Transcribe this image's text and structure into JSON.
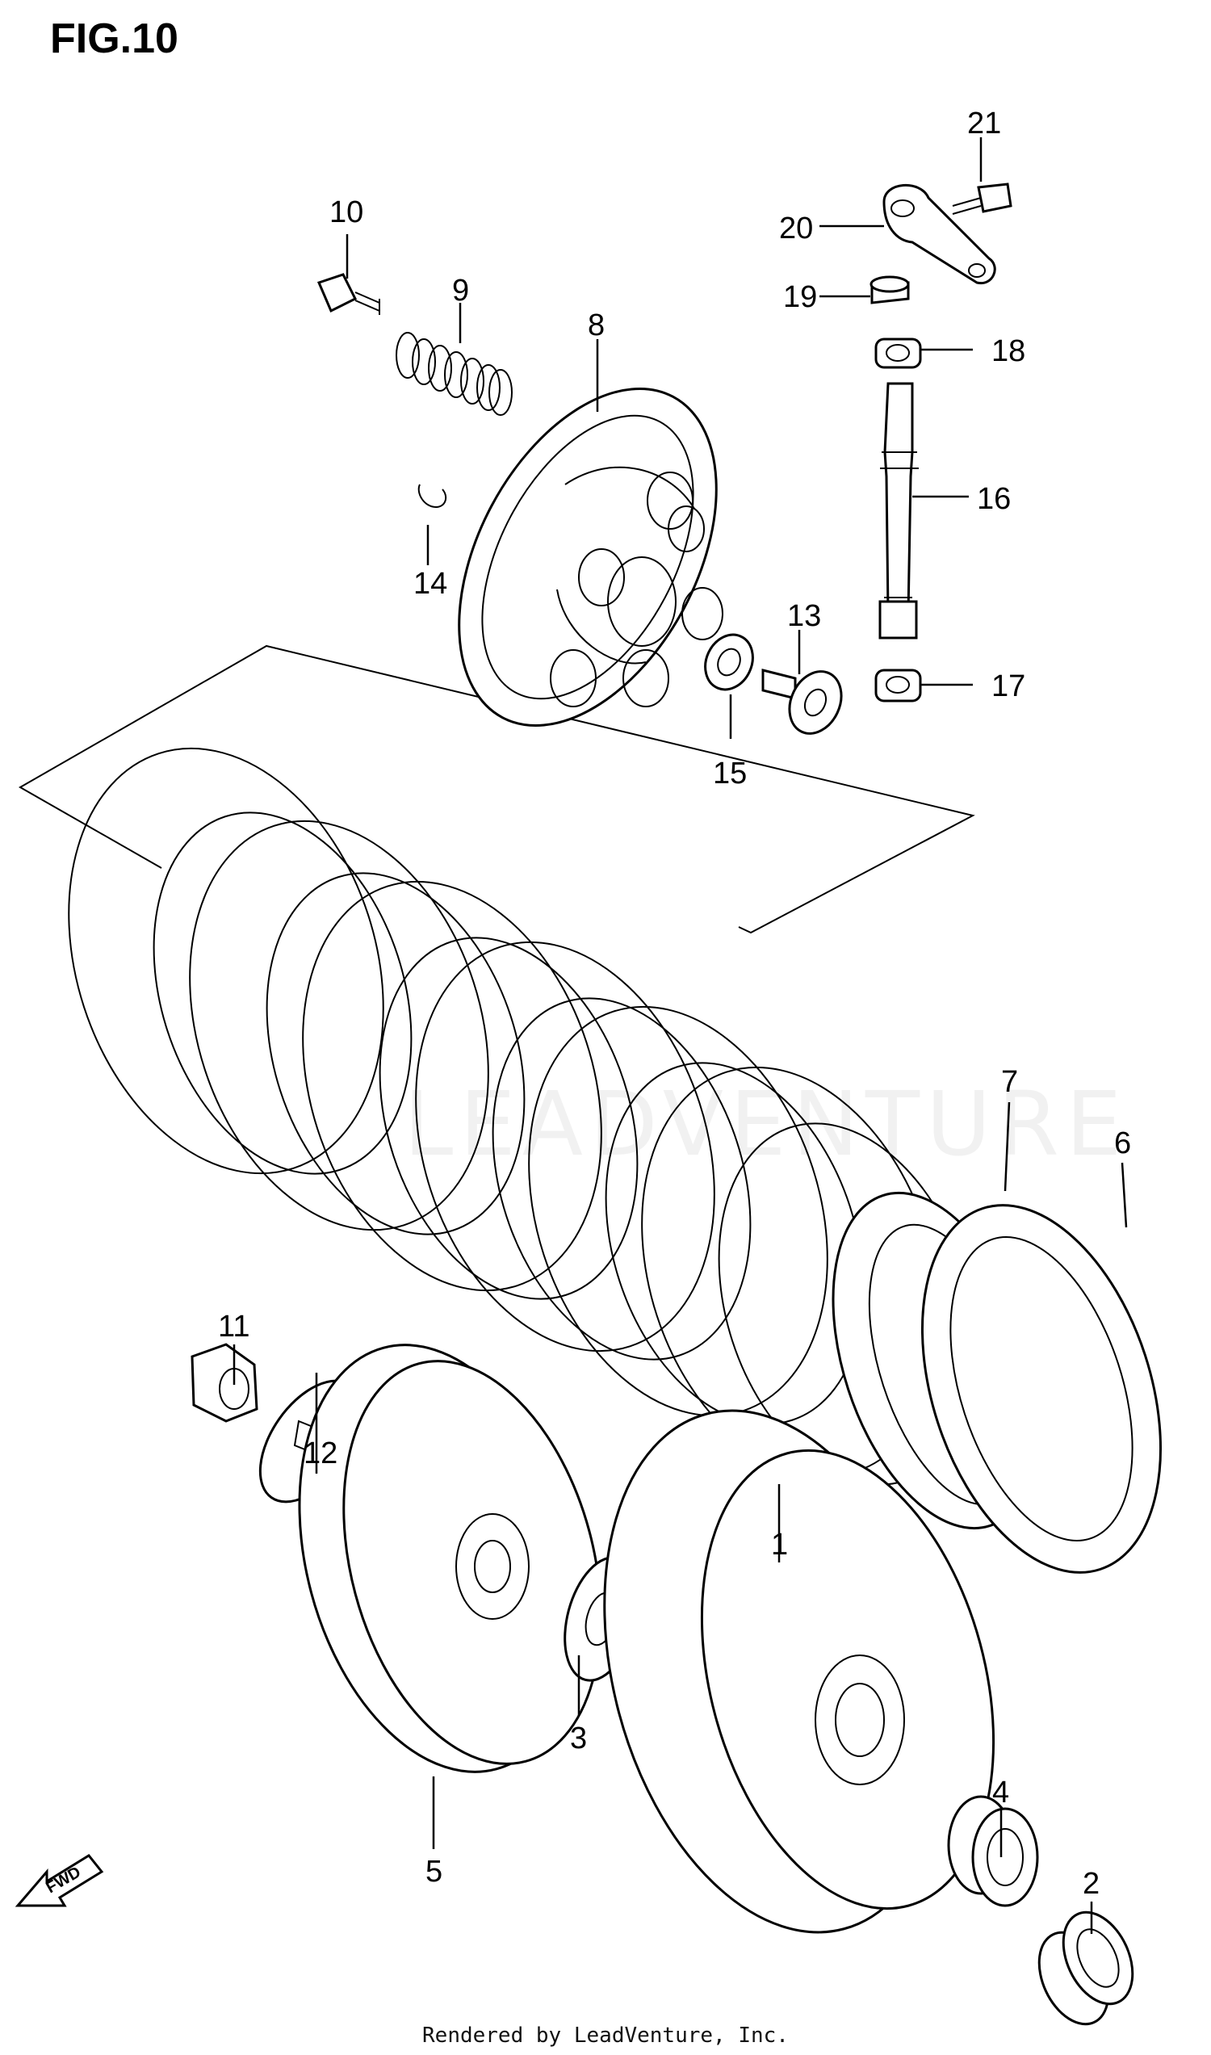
{
  "figure": {
    "title": "FIG.10"
  },
  "footer": {
    "text": "Rendered by LeadVenture, Inc."
  },
  "watermark": {
    "text": "LEADVENTURE"
  },
  "fwd": {
    "label": "FWD"
  },
  "parts": [
    {
      "id": "1",
      "label": "1"
    },
    {
      "id": "2",
      "label": "2"
    },
    {
      "id": "3",
      "label": "3"
    },
    {
      "id": "4",
      "label": "4"
    },
    {
      "id": "5",
      "label": "5"
    },
    {
      "id": "6",
      "label": "6"
    },
    {
      "id": "7",
      "label": "7"
    },
    {
      "id": "8",
      "label": "8"
    },
    {
      "id": "9",
      "label": "9"
    },
    {
      "id": "10",
      "label": "10"
    },
    {
      "id": "11",
      "label": "11"
    },
    {
      "id": "12",
      "label": "12"
    },
    {
      "id": "13",
      "label": "13"
    },
    {
      "id": "14",
      "label": "14"
    },
    {
      "id": "15",
      "label": "15"
    },
    {
      "id": "16",
      "label": "16"
    },
    {
      "id": "17",
      "label": "17"
    },
    {
      "id": "18",
      "label": "18"
    },
    {
      "id": "19",
      "label": "19"
    },
    {
      "id": "20",
      "label": "20"
    },
    {
      "id": "21",
      "label": "21"
    }
  ],
  "colors": {
    "line": "#000000",
    "background": "#ffffff"
  }
}
